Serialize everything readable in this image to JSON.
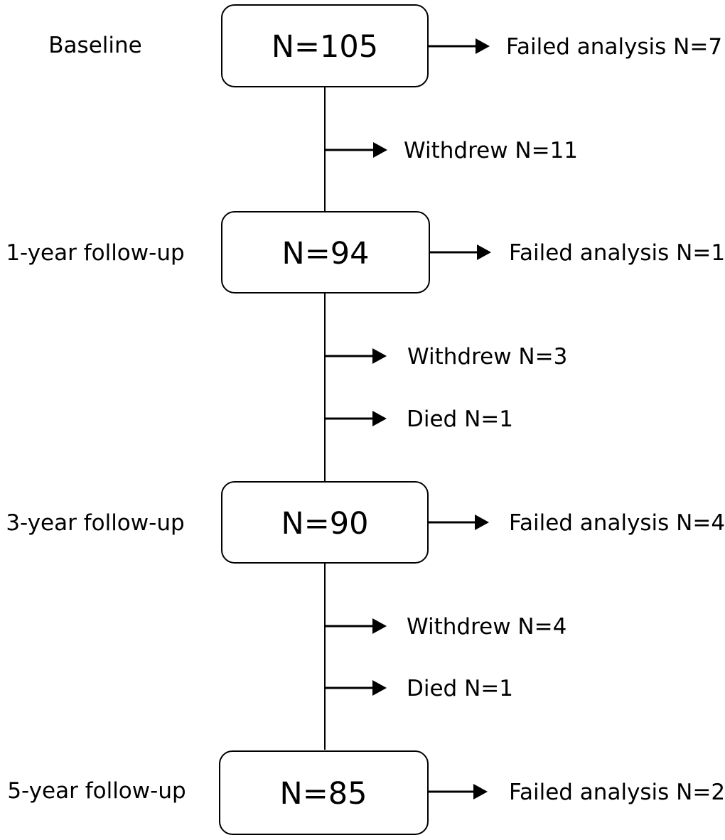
{
  "colors": {
    "stroke": "#000000",
    "text": "#000000",
    "box_fill": "#ffffff"
  },
  "stages": [
    {
      "label": "Baseline",
      "count": "N=105",
      "failed": "Failed analysis N=7"
    },
    {
      "label": "1-year follow-up",
      "count": "N=94",
      "failed": "Failed analysis N=1"
    },
    {
      "label": "3-year follow-up",
      "count": "N=90",
      "failed": "Failed analysis N=4"
    },
    {
      "label": "5-year follow-up",
      "count": "N=85",
      "failed": "Failed analysis N=2"
    }
  ],
  "transitions": [
    {
      "exclusions": [
        "Withdrew N=11"
      ]
    },
    {
      "exclusions": [
        "Withdrew N=3",
        "Died N=1"
      ]
    },
    {
      "exclusions": [
        "Withdrew N=4",
        "Died N=1"
      ]
    }
  ]
}
